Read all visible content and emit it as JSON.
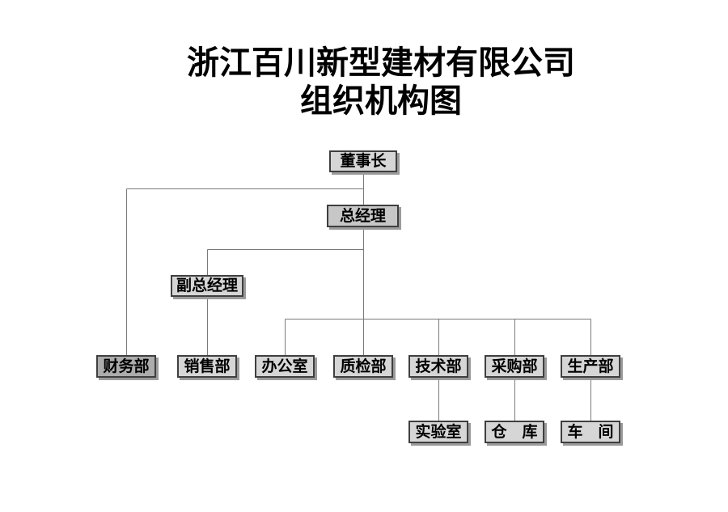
{
  "page": {
    "background": "#ffffff"
  },
  "title": {
    "line1": "浙江百川新型建材有限公司",
    "line2": "组织机构图"
  },
  "colors": {
    "page_bg": "#ffffff",
    "text": "#000000",
    "box_fill_light": "#d6d6d6",
    "box_fill_medium": "#c7c7c7",
    "box_fill_dark": "#acacac",
    "box_border": "#3f3f3f",
    "box_shadow": "#9b9b9b",
    "connector": "#7a7a7a"
  },
  "org_chart": {
    "type": "org-tree",
    "nodes": [
      {
        "id": "chairman",
        "label": "董事长",
        "parent": null,
        "variant": "light"
      },
      {
        "id": "general-manager",
        "label": "总经理",
        "parent": "chairman",
        "variant": "medium"
      },
      {
        "id": "deputy-general-manager",
        "label": "副总经理",
        "parent": "general-manager",
        "variant": "light"
      },
      {
        "id": "finance-dept",
        "label": "财务部",
        "parent": "chairman",
        "variant": "dark"
      },
      {
        "id": "sales-dept",
        "label": "销售部",
        "parent": "deputy-general-manager",
        "variant": "light"
      },
      {
        "id": "office",
        "label": "办公室",
        "parent": "general-manager",
        "variant": "light"
      },
      {
        "id": "quality-dept",
        "label": "质检部",
        "parent": "general-manager",
        "variant": "light"
      },
      {
        "id": "tech-dept",
        "label": "技术部",
        "parent": "general-manager",
        "variant": "light"
      },
      {
        "id": "purchasing-dept",
        "label": "采购部",
        "parent": "general-manager",
        "variant": "light"
      },
      {
        "id": "production-dept",
        "label": "生产部",
        "parent": "general-manager",
        "variant": "light"
      },
      {
        "id": "laboratory",
        "label": "实验室",
        "parent": "tech-dept",
        "variant": "light"
      },
      {
        "id": "warehouse",
        "label": "仓　库",
        "parent": "purchasing-dept",
        "variant": "light"
      },
      {
        "id": "workshop",
        "label": "车　间",
        "parent": "production-dept",
        "variant": "light"
      }
    ]
  }
}
